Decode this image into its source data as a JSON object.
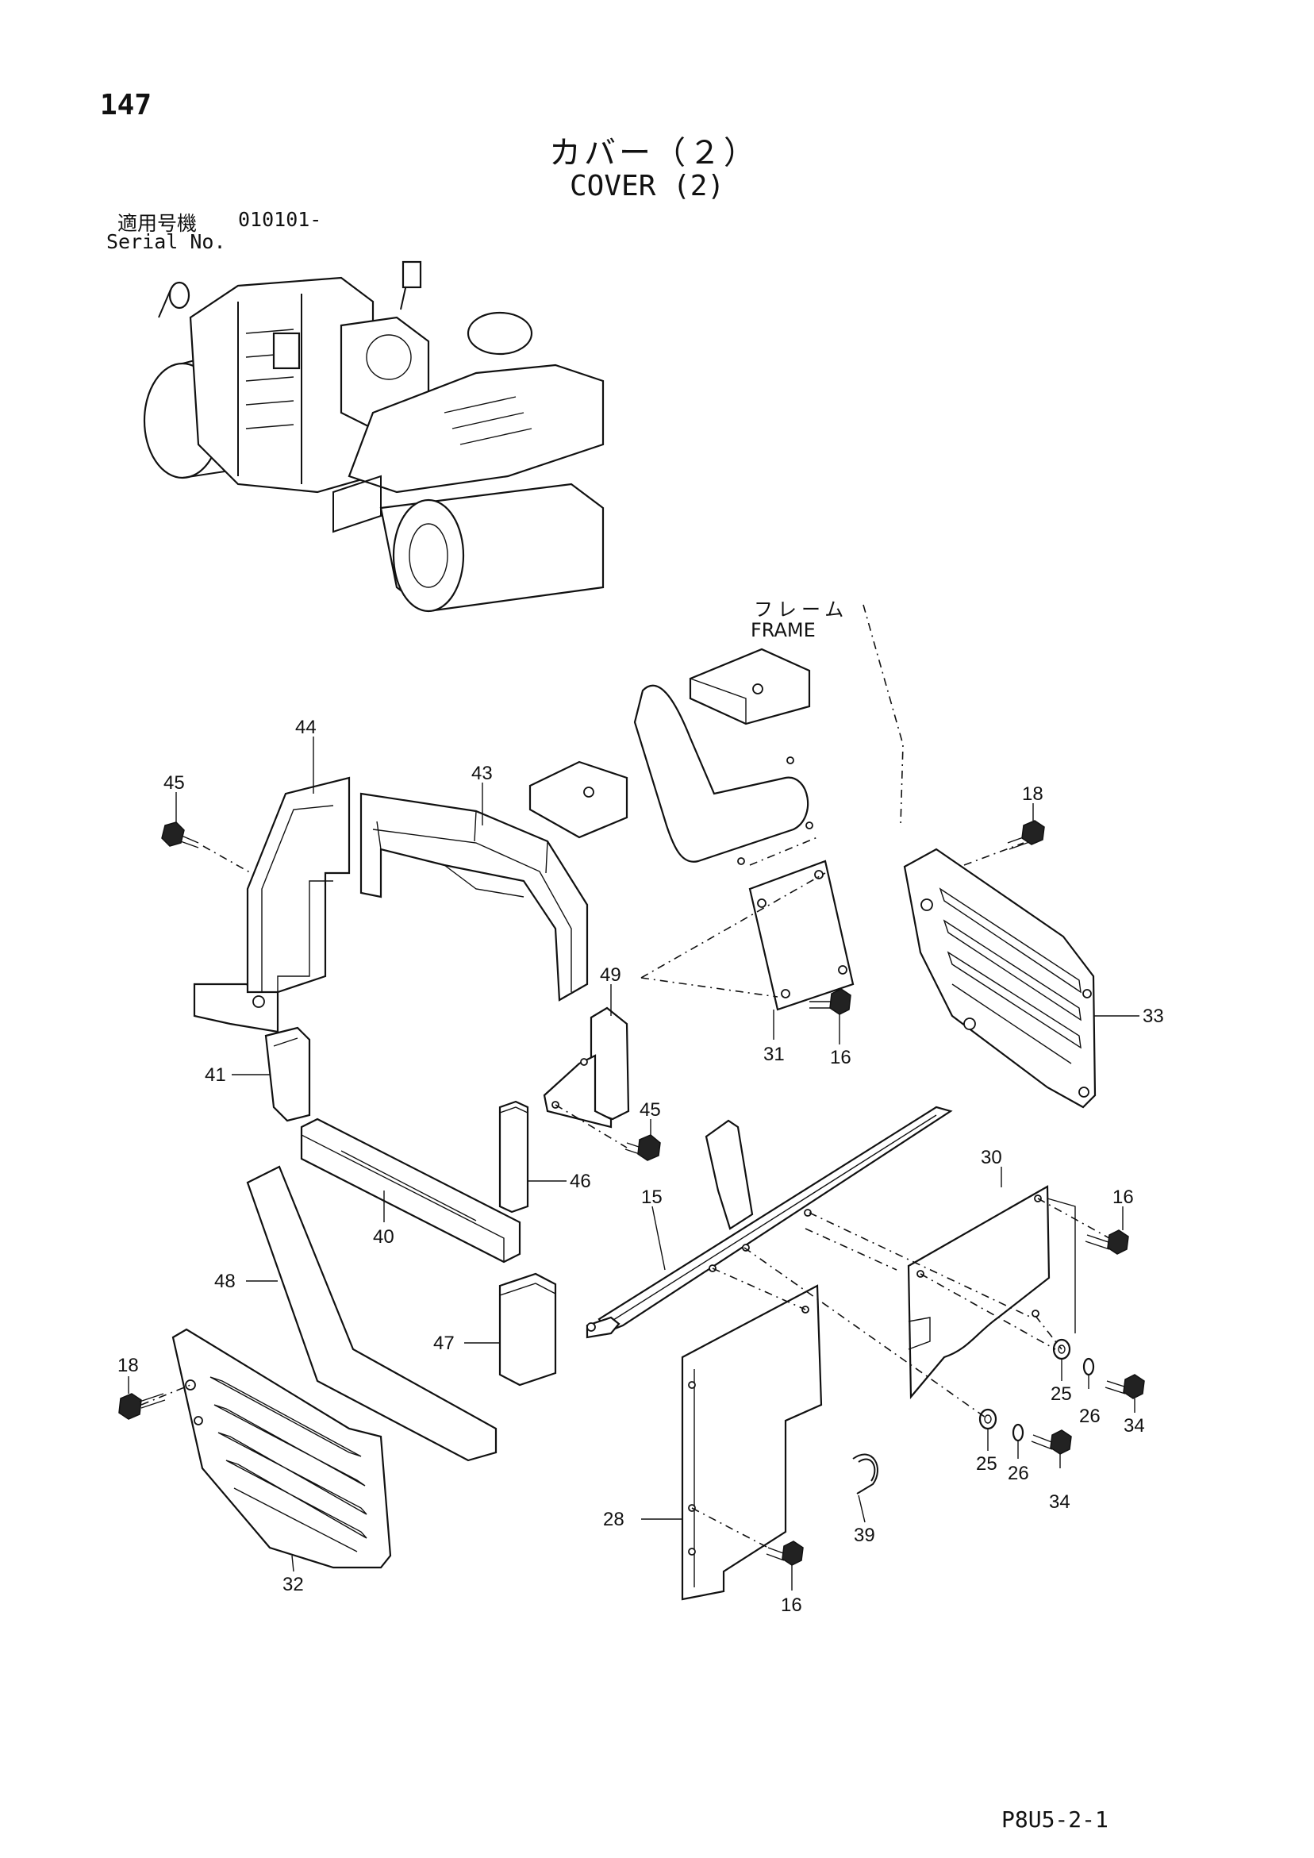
{
  "page_number": "147",
  "title_jp": "カバー（２）",
  "title_en": "COVER (2)",
  "serial": {
    "label_jp": "適用号機",
    "value": "010101-",
    "label_en": "Serial No."
  },
  "frame_label": {
    "jp": "フレーム",
    "en": "FRAME"
  },
  "footer_code": "P8U5-2-1",
  "callouts": {
    "c44": "44",
    "c43": "43",
    "c45a": "45",
    "c18a": "18",
    "c49": "49",
    "c31": "31",
    "c16a": "16",
    "c33": "33",
    "c41": "41",
    "c45b": "45",
    "c46": "46",
    "c40": "40",
    "c15": "15",
    "c30": "30",
    "c16b": "16",
    "c48": "48",
    "c47": "47",
    "c18b": "18",
    "c25a": "25",
    "c26a": "26",
    "c34a": "34",
    "c25b": "25",
    "c26b": "26",
    "c34b": "34",
    "c28": "28",
    "c39": "39",
    "c32": "32",
    "c16c": "16"
  }
}
